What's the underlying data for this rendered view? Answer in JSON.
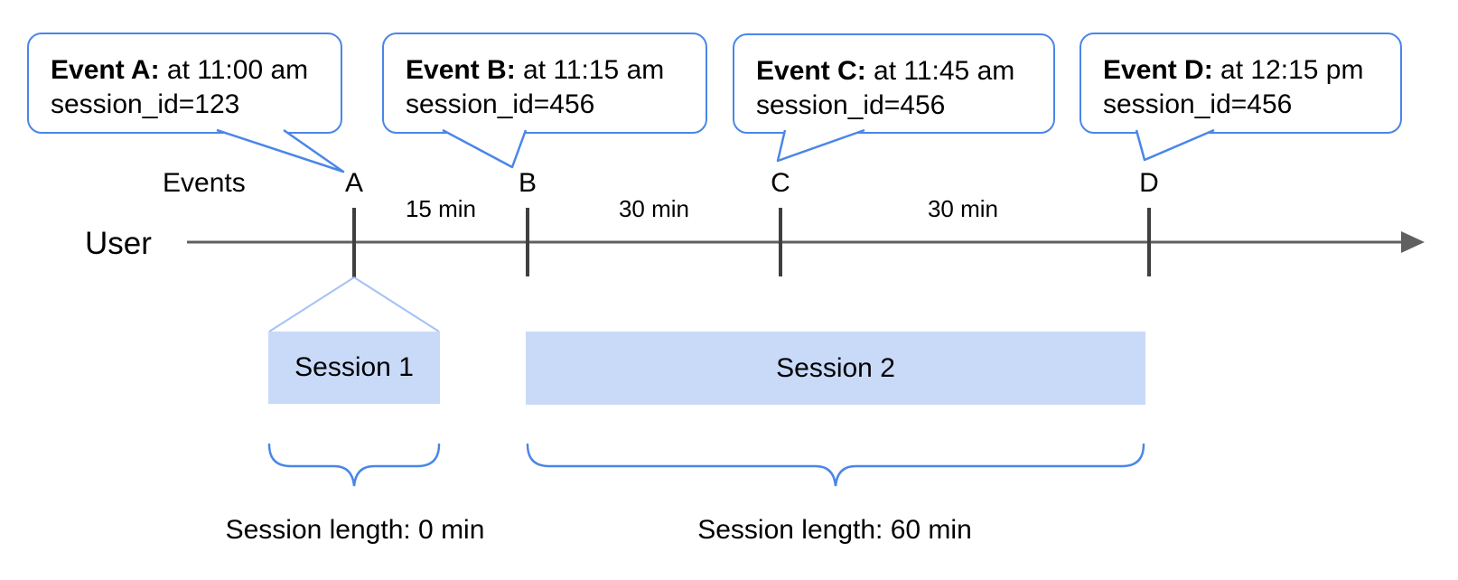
{
  "diagram": {
    "axis": {
      "events_label": "Events",
      "user_label": "User"
    },
    "bubbles": [
      {
        "event": "Event A:",
        "time": "at 11:00 am",
        "session_id": "session_id=123"
      },
      {
        "event": "Event B:",
        "time": "at 11:15 am",
        "session_id": "session_id=456"
      },
      {
        "event": "Event C:",
        "time": "at 11:45 am",
        "session_id": "session_id=456"
      },
      {
        "event": "Event D:",
        "time": "at 12:15 pm",
        "session_id": "session_id=456"
      }
    ],
    "event_markers": [
      "A",
      "B",
      "C",
      "D"
    ],
    "intervals": [
      "15 min",
      "30 min",
      "30 min"
    ],
    "sessions": [
      {
        "label": "Session 1",
        "length": "Session length: 0 min"
      },
      {
        "label": "Session 2",
        "length": "Session length: 60 min"
      }
    ],
    "colors": {
      "bubble_border": "#4a86e8",
      "session_fill": "#c9daf8",
      "funnel_line": "#a4c2f4",
      "brace": "#4a86e8",
      "timeline": "#606060",
      "tick": "#3f3f3f",
      "text": "#000000"
    }
  }
}
